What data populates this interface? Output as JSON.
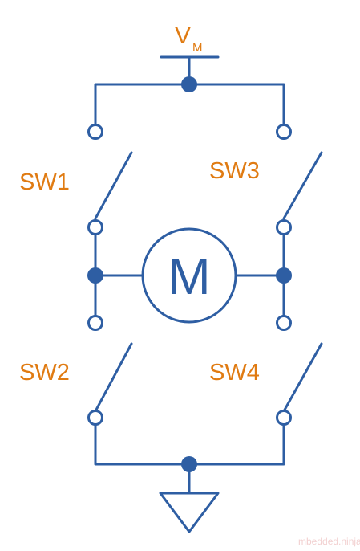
{
  "supply": {
    "label": "V",
    "subscript": "M"
  },
  "switches": {
    "sw1": "SW1",
    "sw2": "SW2",
    "sw3": "SW3",
    "sw4": "SW4"
  },
  "motor": {
    "label": "M"
  },
  "watermark": "mbedded.ninja",
  "colors": {
    "wire": "#2e5ea3",
    "label": "#e07b12"
  }
}
